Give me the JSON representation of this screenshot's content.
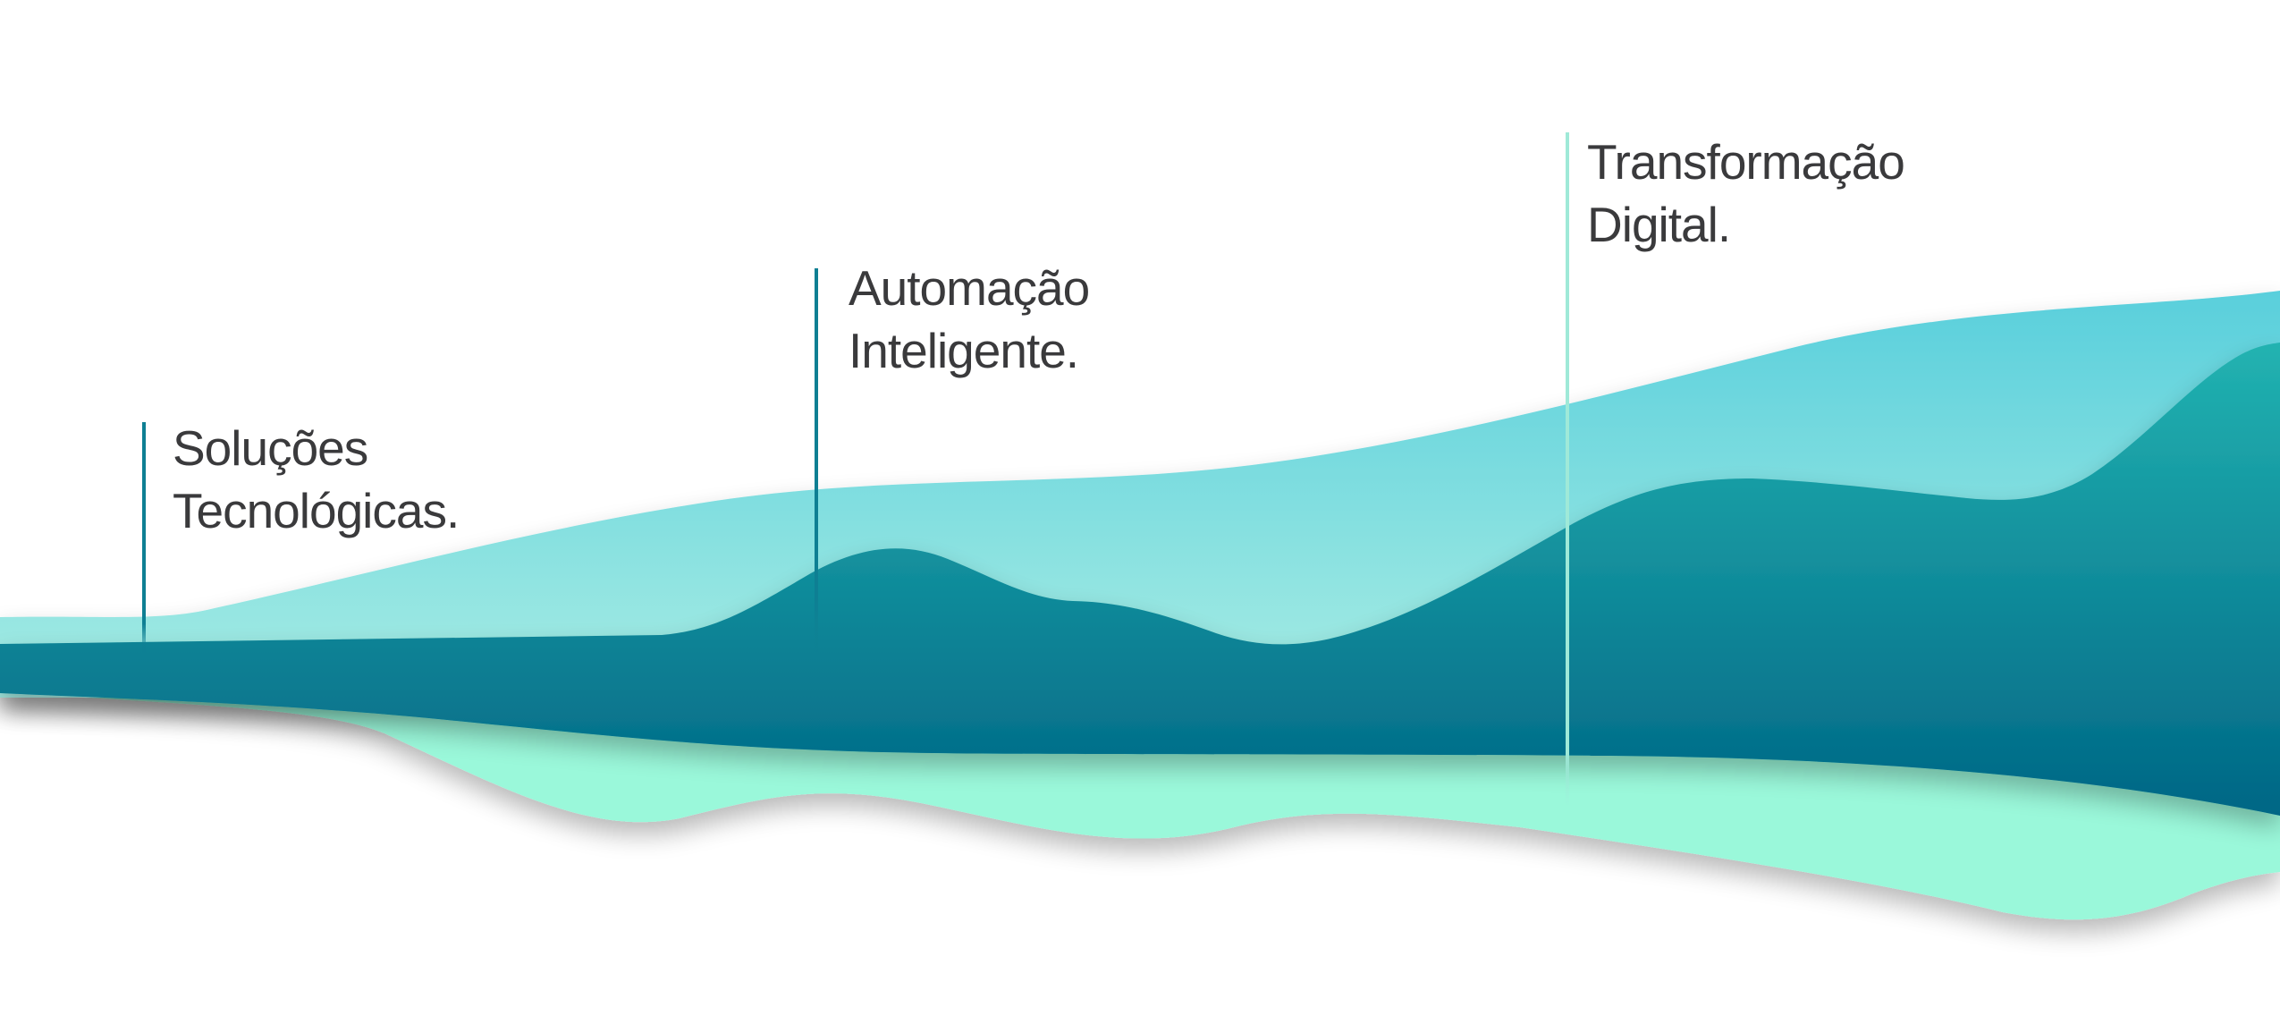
{
  "milestones": [
    {
      "line1": "Soluções",
      "line2": "Tecnológicas.",
      "line_color": "#0e7f93"
    },
    {
      "line1": "Automação",
      "line2": "Inteligente.",
      "line_color": "#0e7f93"
    },
    {
      "line1": "Transformação",
      "line2": "Digital.",
      "line_color": "#9fe9d8"
    }
  ],
  "colors": {
    "back_wave_top": "#59cfdc",
    "back_wave_bottom": "#a6ece3",
    "front_wave_top": "#22b3b1",
    "front_wave_bottom": "#006685",
    "bottom_wave": "#9af8da",
    "text": "#3a3a3c"
  }
}
